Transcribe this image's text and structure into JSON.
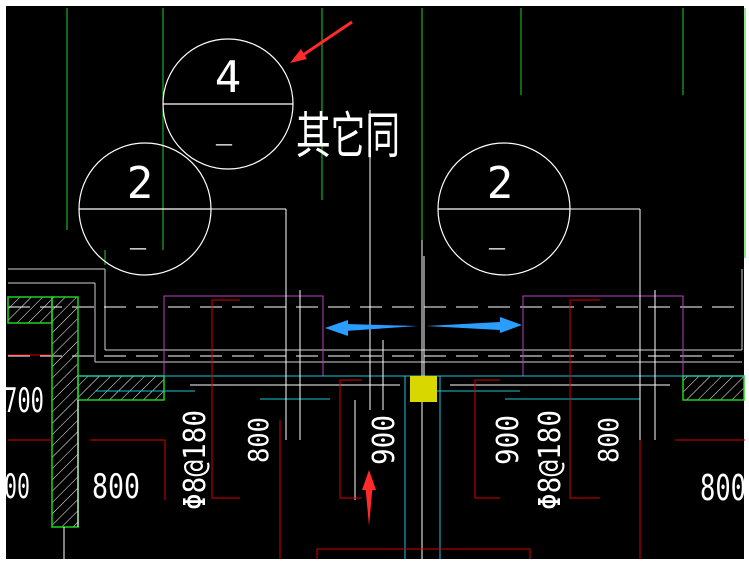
{
  "drawing": {
    "background_color": "#000000",
    "frame_color": "#ffffff",
    "colors": {
      "green": "#1fd21f",
      "white": "#ffffff",
      "gray": "#bdbdbd",
      "red": "#d80000",
      "magenta": "#c040c0",
      "cyan": "#21c3d4",
      "yellow_block": "#d8d800",
      "annotation_red": "#ff2a2a",
      "annotation_blue": "#2a9dff"
    },
    "detail_markers": [
      {
        "number": "4",
        "sub": "—"
      },
      {
        "number": "2",
        "sub": "—"
      },
      {
        "number": "2",
        "sub": "—"
      }
    ],
    "note_text": "其它同",
    "dims": {
      "left_700": "700",
      "left_800_partial": "00",
      "left_800": "800",
      "center_800_left": "800",
      "center_900": "900",
      "right_900": "900",
      "right_800": "800",
      "far_right_800": "800"
    },
    "rebar_labels": {
      "left": "Φ8@180",
      "right": "Φ8@180"
    }
  }
}
